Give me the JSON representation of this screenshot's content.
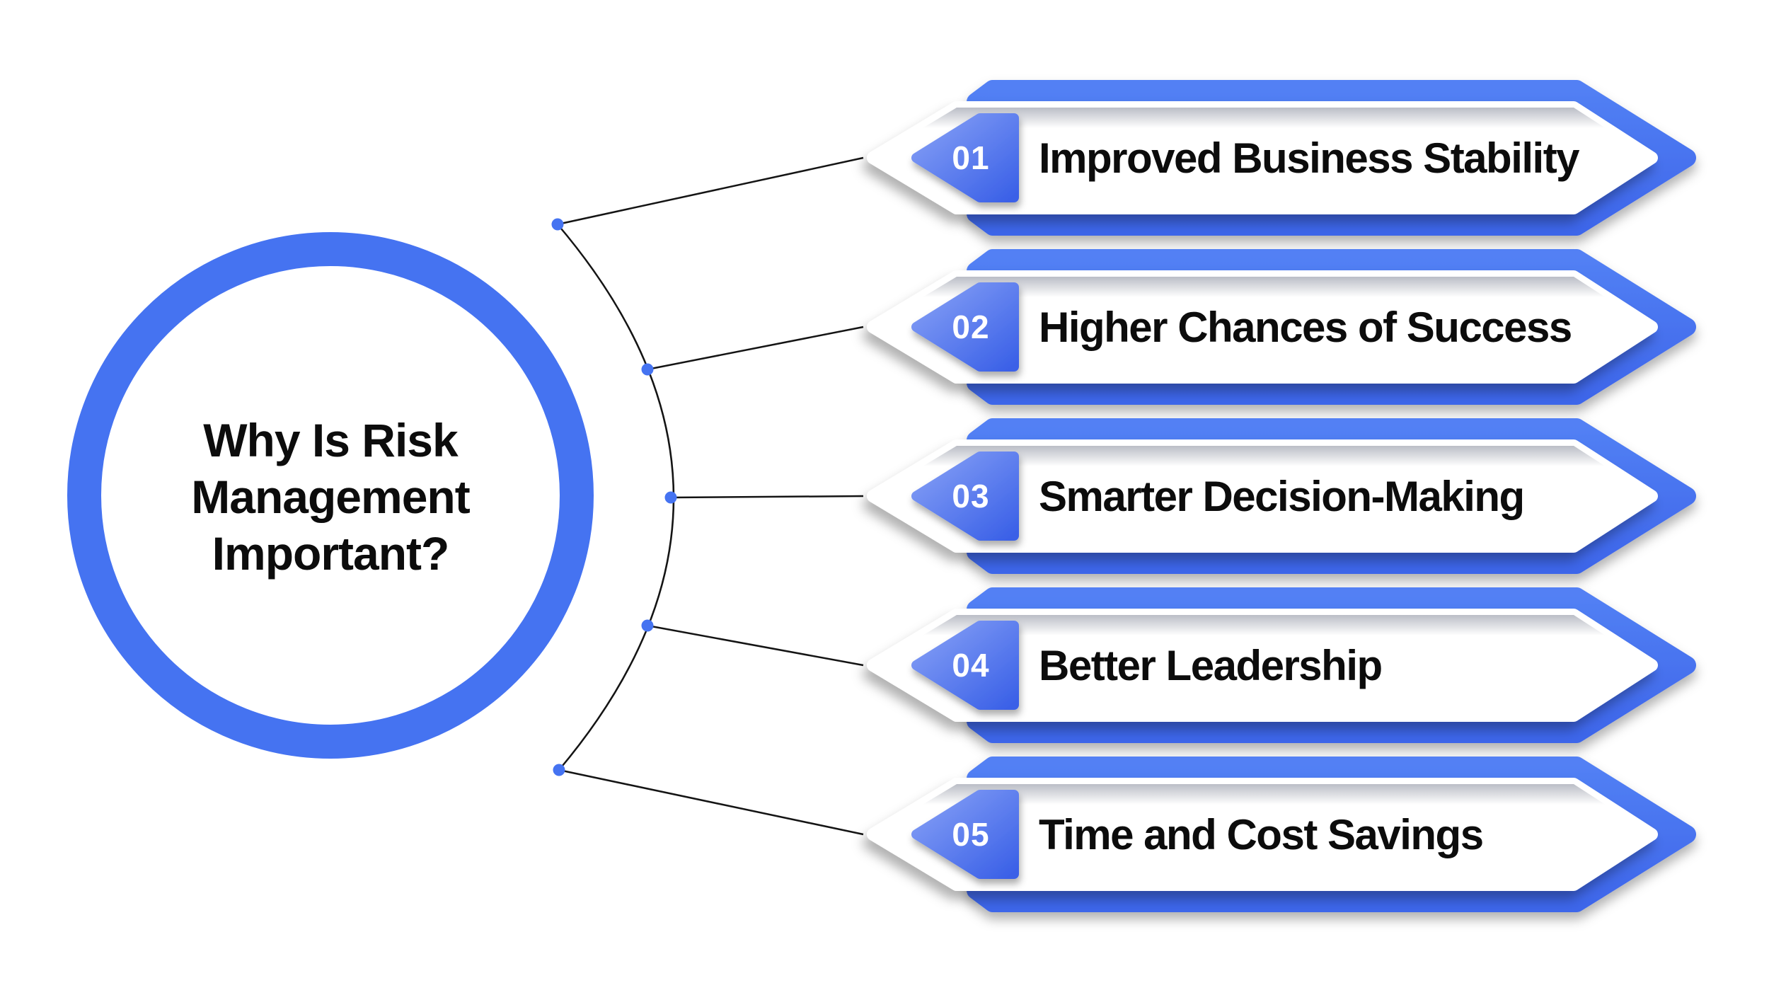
{
  "infographic": {
    "center": {
      "title_lines": [
        "Why Is Risk",
        "Management",
        "Important?"
      ]
    },
    "items": [
      {
        "number": "01",
        "label": "Improved Business Stability"
      },
      {
        "number": "02",
        "label": "Higher Chances of Success"
      },
      {
        "number": "03",
        "label": "Smarter Decision-Making"
      },
      {
        "number": "04",
        "label": "Better Leadership"
      },
      {
        "number": "05",
        "label": "Time and Cost Savings"
      }
    ],
    "colors": {
      "primary_blue": "#4573F1",
      "blue_gradient_top": "#5280F4",
      "blue_gradient_bottom": "#3E66EA",
      "badge_gradient_light": "#87A1F6",
      "badge_gradient_dark": "#3A60E7",
      "connector": "#141414",
      "title_text": "#0C0C0C",
      "number_text": "#FFFFFF",
      "background": "#FFFFFF"
    }
  }
}
